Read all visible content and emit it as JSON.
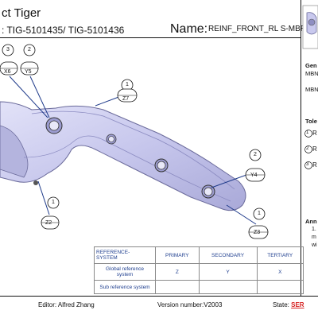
{
  "header": {
    "title_fragment": "ct Tiger",
    "part_numbers": ": TIG-5101435/ TIG-5101436",
    "name_label": "Name:",
    "name_value": "REINF_FRONT_RL S-MBR"
  },
  "drawing": {
    "callouts": [
      {
        "id": "X6",
        "number": "3"
      },
      {
        "id": "Y5",
        "number": "2"
      },
      {
        "id": "Z7",
        "number": "1"
      },
      {
        "id": "Y4",
        "number": "2"
      },
      {
        "id": "Z2",
        "number": "1"
      },
      {
        "id": "Z3",
        "number": "1"
      }
    ],
    "part_color": "#c9c9ee",
    "callout_color": "#1e3a8a"
  },
  "right_panel": {
    "gen_label": "Gen",
    "mbn_1": "MBN",
    "mbn_2": "MBN",
    "tol_label": "Tole",
    "tol_items": [
      {
        "num": "1",
        "text": "R"
      },
      {
        "num": "2",
        "text": "R"
      },
      {
        "num": "3",
        "text": "R"
      }
    ],
    "ann_label": "Ann",
    "ann_line1": "1.",
    "ann_line2": "m",
    "ann_line3": "wi"
  },
  "reference_table": {
    "headers": [
      "REFERENCE-\nSYSTEM",
      "PRIMARY",
      "SECONDARY",
      "TERTIARY"
    ],
    "rows": [
      {
        "label": "Global reference\nsystem",
        "primary": "Z",
        "secondary": "Y",
        "tertiary": "X"
      },
      {
        "label": "Sub reference system",
        "primary": "",
        "secondary": "",
        "tertiary": ""
      }
    ]
  },
  "footer": {
    "editor": "Editor: Alfred Zhang",
    "version": "Version number:V2003",
    "state_label": "State: ",
    "state_value": "SER",
    "state_color": "#d62222"
  }
}
